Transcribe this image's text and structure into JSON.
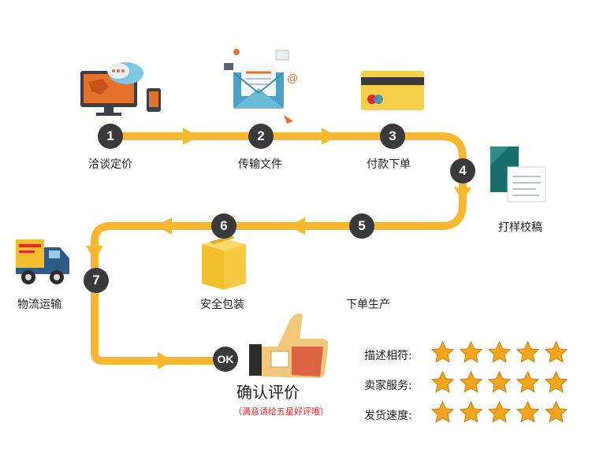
{
  "colors": {
    "track": "#f7b731",
    "badge": "#3a3a3a",
    "star": "#f4a51c",
    "subtitle": "#e4282b"
  },
  "steps": [
    {
      "number": "1",
      "label": "洽谈定价",
      "icon": "monitor-chat-icon"
    },
    {
      "number": "2",
      "label": "传输文件",
      "icon": "envelope-icon"
    },
    {
      "number": "3",
      "label": "付款下单",
      "icon": "credit-card-icon"
    },
    {
      "number": "4",
      "label": "打样校稿",
      "icon": "document-proof-icon"
    },
    {
      "number": "5",
      "label": "下单生产",
      "icon": ""
    },
    {
      "number": "6",
      "label": "安全包装",
      "icon": "box-icon"
    },
    {
      "number": "7",
      "label": "物流运输",
      "icon": "truck-icon"
    },
    {
      "number": "OK",
      "label": "",
      "icon": "thumbs-up-icon"
    }
  ],
  "confirm": {
    "title": "确认评价",
    "subtitle": "（满意请给五星好评哦）"
  },
  "ratings": [
    {
      "label": "描述相符:",
      "stars": 5
    },
    {
      "label": "卖家服务:",
      "stars": 5
    },
    {
      "label": "发货速度:",
      "stars": 5
    }
  ]
}
